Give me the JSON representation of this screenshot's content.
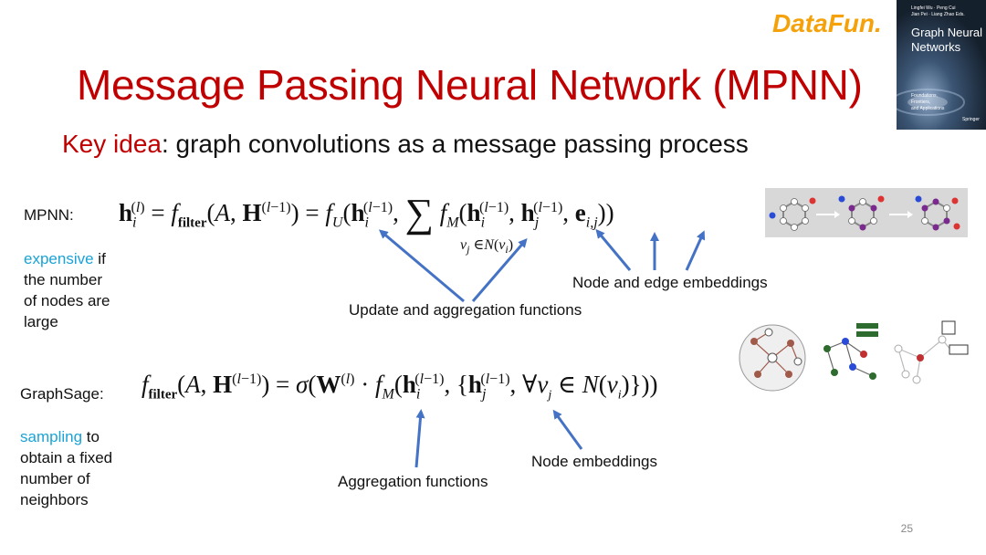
{
  "logo": {
    "text": "DataFun."
  },
  "book": {
    "authors": "Lingfei Wu · Peng Cui",
    "editors": "Jian Pei · Liang Zhao  Eds.",
    "title_line1": "Graph Neural",
    "title_line2": "Networks",
    "subtitle_line1": "Foundations,",
    "subtitle_line2": "Frontiers,",
    "subtitle_line3": "and Applications",
    "publisher": "Springer"
  },
  "slide": {
    "title": "Message Passing Neural Network (MPNN)",
    "key_idea_label": "Key idea",
    "key_idea_text": ": graph convolutions as a message passing process",
    "page_number": "25"
  },
  "mpnn": {
    "label": "MPNN:",
    "note_highlight": "expensive",
    "note_line1_rest": " if",
    "note_line2": "the number",
    "note_line3": "of nodes are",
    "note_line4": "large",
    "update_agg_label": "Update and aggregation functions",
    "node_edge_label": "Node and edge embeddings"
  },
  "graphsage": {
    "label": "GraphSage:",
    "note_highlight": "sampling",
    "note_line1_rest": " to",
    "note_line2": "obtain a fixed",
    "note_line3": "number of",
    "note_line4": "neighbors",
    "agg_label": "Aggregation functions",
    "node_emb_label": "Node embeddings"
  },
  "colors": {
    "title": "#c00000",
    "highlight": "#1aa3d6",
    "arrow": "#4472c4",
    "logo": "#f5a20a"
  }
}
